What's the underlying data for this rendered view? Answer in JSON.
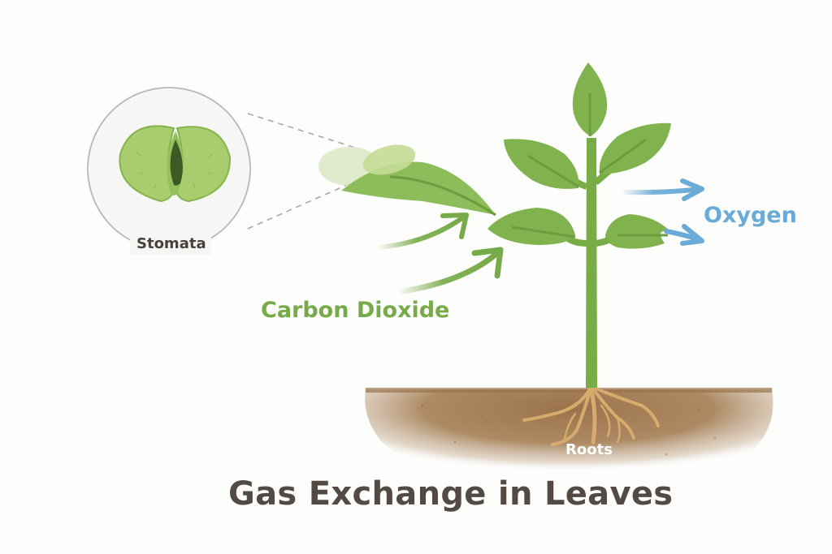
{
  "title": "Gas Exchange in Leaves",
  "labels": {
    "stomata": "Stomata",
    "carbon_dioxide": "Carbon Dioxide",
    "oxygen": "Oxygen",
    "roots": "Roots"
  },
  "colors": {
    "background": "#fdfdfc",
    "leaf_green": "#7fb24e",
    "leaf_vein": "#6b9c3e",
    "co2_green": "#77aa48",
    "oxygen_blue": "#6aaad6",
    "soil_brown": "#a07a52",
    "root_tan": "#d7aa6e",
    "title_text": "#544a44"
  }
}
